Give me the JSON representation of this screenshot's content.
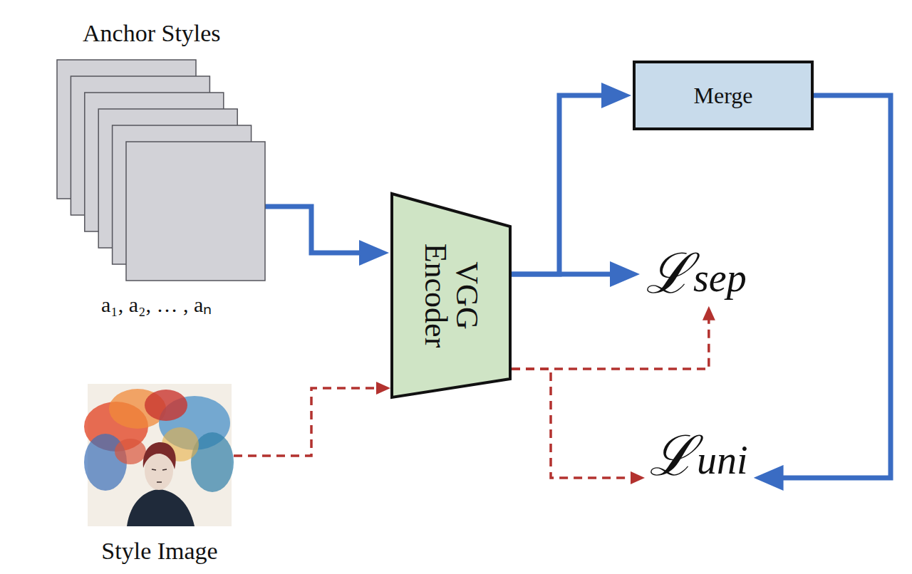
{
  "diagram": {
    "nodes": [
      {
        "text": [
          "Anchor Styles",
          "a₁, a₂, … , aₙ"
        ]
      },
      {
        "text": [
          "Style Image"
        ]
      },
      {
        "text": [
          "VGG Encoder"
        ]
      },
      {
        "text": [
          "Merge"
        ]
      },
      {
        "text": [
          "ℒ",
          "sep"
        ]
      },
      {
        "text": [
          "ℒ",
          "uni"
        ]
      }
    ],
    "edges": [
      {
        "from": 0,
        "to": 2,
        "arrow": "to"
      },
      {
        "from": 1,
        "to": 2,
        "arrow": "to"
      },
      {
        "from": 2,
        "to": 3,
        "arrow": "to"
      },
      {
        "from": 2,
        "to": 4,
        "arrow": "to"
      },
      {
        "from": 2,
        "to": 4,
        "arrow": "to"
      },
      {
        "from": 2,
        "to": 5,
        "arrow": "to"
      },
      {
        "from": 3,
        "to": 5,
        "arrow": "to"
      }
    ]
  }
}
